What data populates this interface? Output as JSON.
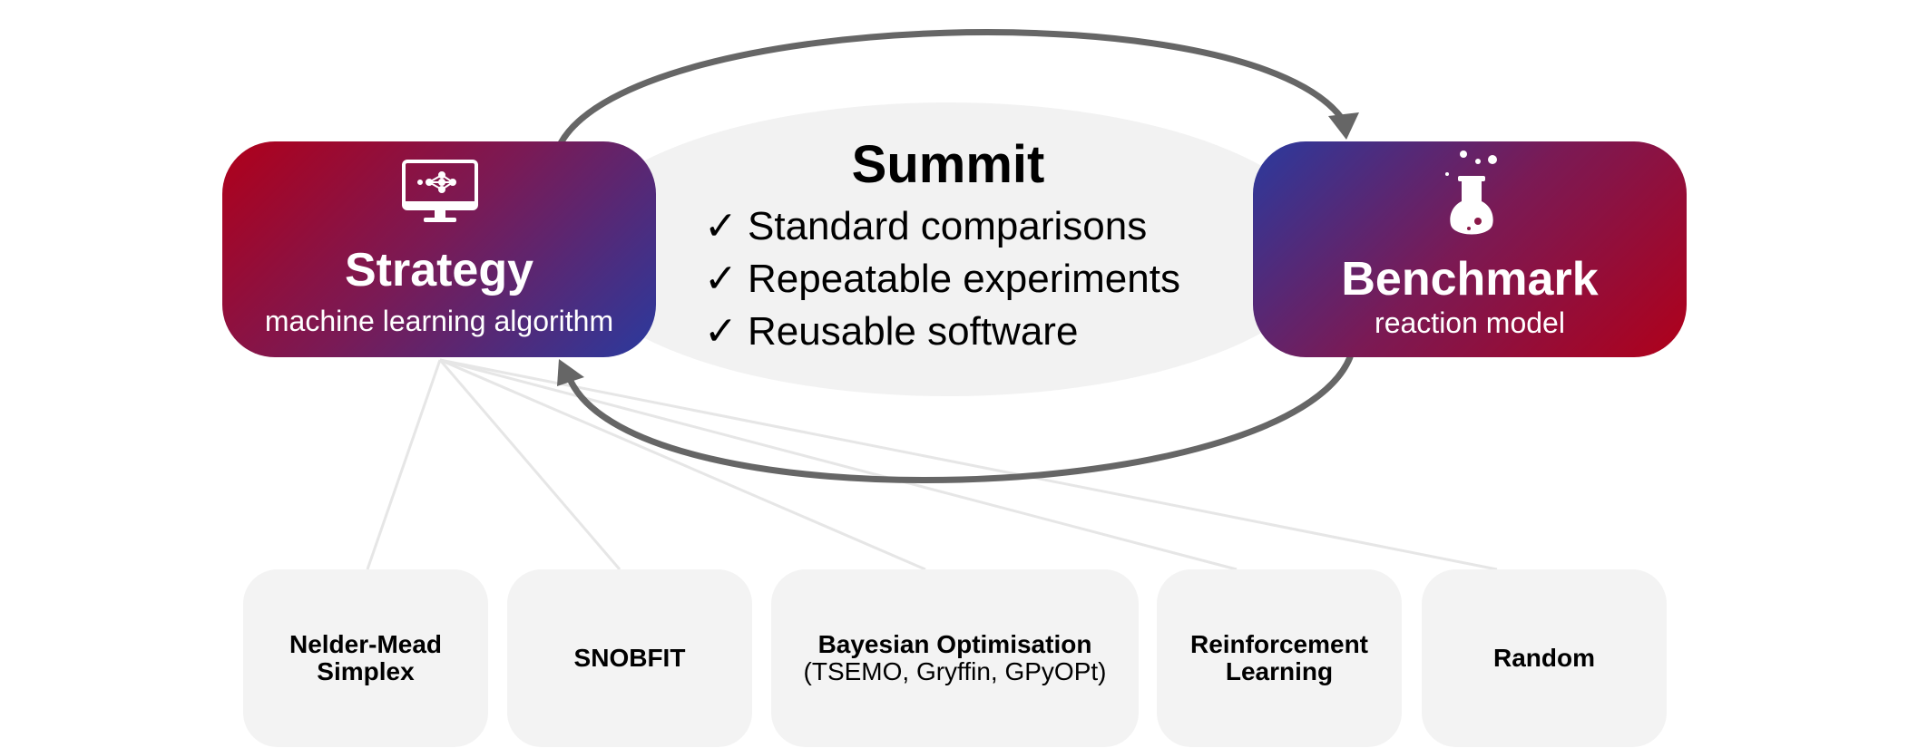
{
  "strategy": {
    "title": "Strategy",
    "subtitle": "machine learning algorithm",
    "icon": "monitor-network-icon"
  },
  "benchmark": {
    "title": "Benchmark",
    "subtitle": "reaction model",
    "icon": "flask-icon"
  },
  "summit": {
    "title": "Summit",
    "check_mark": "✓",
    "features": [
      "Standard comparisons",
      "Repeatable experiments",
      "Reusable software"
    ]
  },
  "methods": [
    {
      "name_lines": [
        "Nelder-Mead",
        "Simplex"
      ],
      "sub": ""
    },
    {
      "name_lines": [
        "SNOBFIT"
      ],
      "sub": ""
    },
    {
      "name_lines": [
        "Bayesian Optimisation"
      ],
      "sub": "(TSEMO, Gryffin, GPyOPt)"
    },
    {
      "name_lines": [
        "Reinforcement",
        "Learning"
      ],
      "sub": ""
    },
    {
      "name_lines": [
        "Random"
      ],
      "sub": ""
    }
  ],
  "colors": {
    "red": "#b0001a",
    "purple": "#7a1a55",
    "blue": "#2a3a9e",
    "arrow": "#666666",
    "panel": "#f2f2f2",
    "connector": "#e6e6e6"
  }
}
